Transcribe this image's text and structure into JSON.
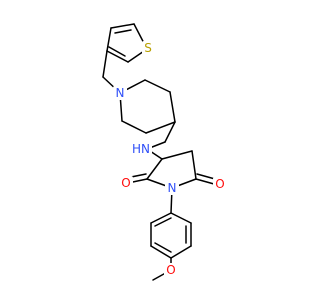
{
  "molecule": {
    "atoms": {
      "sulfur": "S",
      "piperidine_nitrogen": "N",
      "amine": "HN",
      "imide_nitrogen": "N",
      "carbonyl_oxygen_left": "O",
      "carbonyl_oxygen_right": "O",
      "methoxy_oxygen": "O"
    }
  },
  "colors": {
    "bond": "#000000",
    "nitrogen": "#3050f8",
    "oxygen": "#ff0d0d",
    "sulfur": "#b8a000",
    "background": "#ffffff"
  }
}
